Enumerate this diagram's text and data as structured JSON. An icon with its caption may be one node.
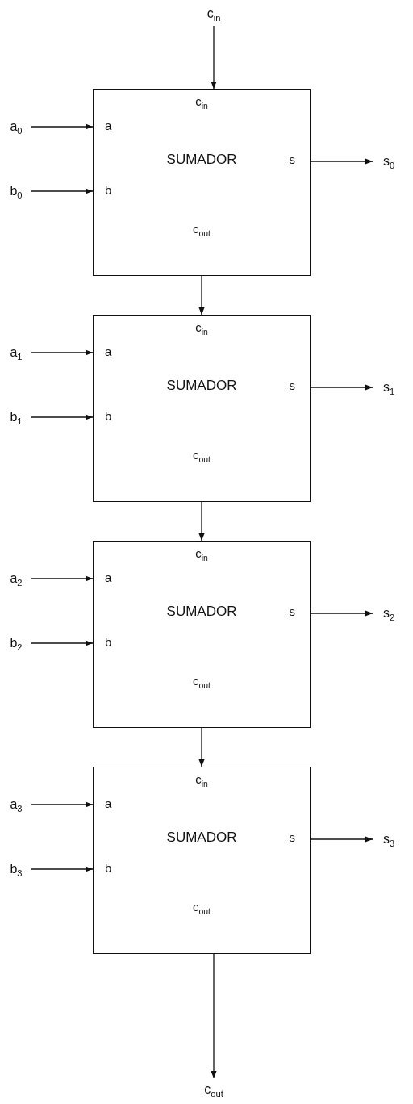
{
  "diagram": {
    "nodes": [
      {
        "text": [
          "c$_{in}$"
        ]
      },
      {
        "text": [
          "a$_{0}$"
        ]
      },
      {
        "text": [
          "b$_{0}$"
        ]
      },
      {
        "text": [
          "c$_{in}$",
          "a",
          "SUMADOR",
          "s",
          "b",
          "c$_{out}$"
        ]
      },
      {
        "text": [
          "s$_{0}$"
        ]
      },
      {
        "text": [
          "a$_{1}$"
        ]
      },
      {
        "text": [
          "b$_{1}$"
        ]
      },
      {
        "text": [
          "c$_{in}$",
          "a",
          "SUMADOR",
          "s",
          "b",
          "c$_{out}$"
        ]
      },
      {
        "text": [
          "s$_{1}$"
        ]
      },
      {
        "text": [
          "a$_{2}$"
        ]
      },
      {
        "text": [
          "b$_{2}$"
        ]
      },
      {
        "text": [
          "c$_{in}$",
          "a",
          "SUMADOR",
          "s",
          "b",
          "c$_{out}$"
        ]
      },
      {
        "text": [
          "s$_{2}$"
        ]
      },
      {
        "text": [
          "a$_{3}$"
        ]
      },
      {
        "text": [
          "b$_{3}$"
        ]
      },
      {
        "text": [
          "c$_{in}$",
          "a",
          "SUMADOR",
          "s",
          "b",
          "c$_{out}$"
        ]
      },
      {
        "text": [
          "s$_{3}$"
        ]
      },
      {
        "text": [
          "c$_{out}$"
        ]
      }
    ],
    "edges": [
      {
        "from": 0,
        "to": 3,
        "arrow": "to"
      },
      {
        "from": 1,
        "to": 3,
        "arrow": "to"
      },
      {
        "from": 2,
        "to": 3,
        "arrow": "to"
      },
      {
        "from": 3,
        "to": 4,
        "arrow": "to"
      },
      {
        "from": 3,
        "to": 7,
        "arrow": "to"
      },
      {
        "from": 5,
        "to": 7,
        "arrow": "to"
      },
      {
        "from": 6,
        "to": 7,
        "arrow": "to"
      },
      {
        "from": 7,
        "to": 8,
        "arrow": "to"
      },
      {
        "from": 7,
        "to": 11,
        "arrow": "to"
      },
      {
        "from": 9,
        "to": 11,
        "arrow": "to"
      },
      {
        "from": 10,
        "to": 11,
        "arrow": "to"
      },
      {
        "from": 11,
        "to": 12,
        "arrow": "to"
      },
      {
        "from": 11,
        "to": 15,
        "arrow": "to"
      },
      {
        "from": 13,
        "to": 15,
        "arrow": "to"
      },
      {
        "from": 14,
        "to": 15,
        "arrow": "to"
      },
      {
        "from": 15,
        "to": 16,
        "arrow": "to"
      },
      {
        "from": 15,
        "to": 17,
        "arrow": "to"
      }
    ]
  }
}
